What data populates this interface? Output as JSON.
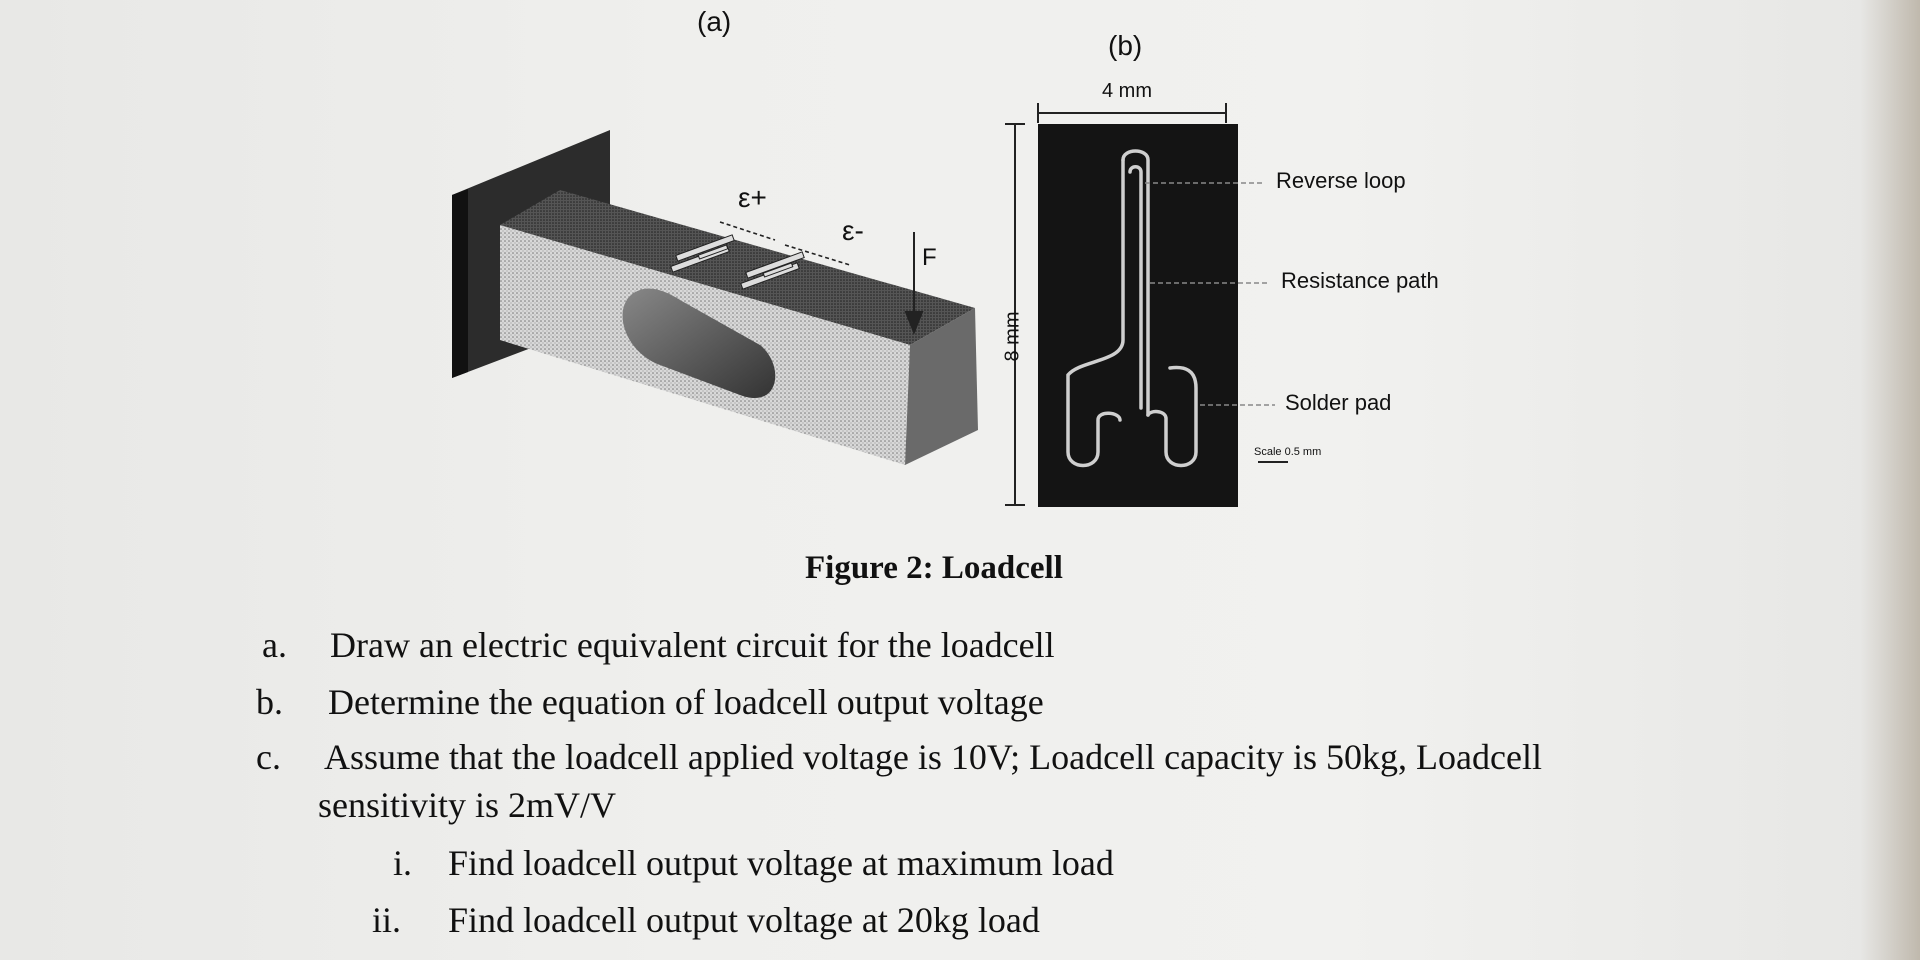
{
  "figure": {
    "label_a": "(a)",
    "label_b": "(b)",
    "strain_plus": "ε+",
    "strain_minus": "ε-",
    "force": "F",
    "width_dim": "4 mm",
    "height_dim": "8 mm",
    "annotations": {
      "reverse_loop": "Reverse loop",
      "resistance_path": "Resistance path",
      "solder_pad": "Solder pad",
      "scale": "Scale 0.5 mm"
    },
    "caption": "Figure 2: Loadcell"
  },
  "questions": [
    {
      "marker": "a.",
      "text": "Draw an electric equivalent circuit for the loadcell"
    },
    {
      "marker": "b.",
      "text": "Determine the equation of loadcell output voltage"
    },
    {
      "marker": "c.",
      "text": "Assume that the loadcell applied voltage is 10V; Loadcell capacity is 50kg, Loadcell",
      "continuation": "sensitivity is 2mV/V"
    }
  ],
  "subquestions": [
    {
      "marker": "i.",
      "text": "Find loadcell output voltage at maximum load"
    },
    {
      "marker": "ii.",
      "text": "Find loadcell output voltage at 20kg load"
    }
  ]
}
